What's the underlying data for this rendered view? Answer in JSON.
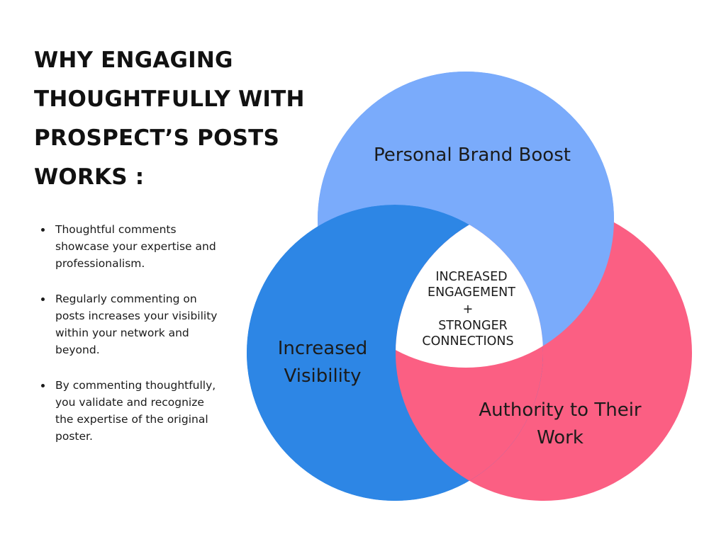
{
  "title": "WHY ENGAGING THOUGHTFULLY WITH PROSPECT’S POSTS WORKS :",
  "bullets": [
    "Thoughtful comments showcase your expertise and professionalism.",
    "Regularly commenting on posts increases your visibility within your network and beyond.",
    "By commenting thoughtfully, you validate and recognize the expertise of the original poster."
  ],
  "venn": {
    "top": {
      "label": "Personal Brand Boost",
      "color": "#7aabfb"
    },
    "left": {
      "line1": "Increased",
      "line2": "Visibility",
      "color": "#2d86e5"
    },
    "right": {
      "line1": "Authority to Their",
      "line2": "Work",
      "color": "#fb5f83"
    },
    "center": {
      "line1": "INCREASED",
      "line2": "ENGAGEMENT",
      "line3": "+",
      "line4": "STRONGER",
      "line5": "CONNECTIONS",
      "color": "#ffffff"
    }
  }
}
